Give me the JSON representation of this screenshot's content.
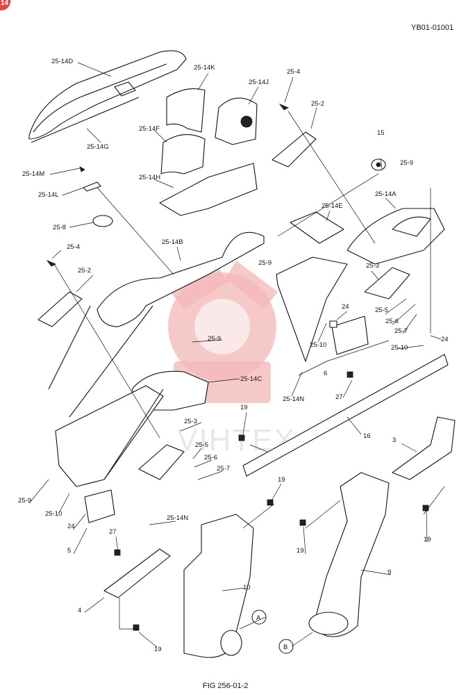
{
  "doc_code": "YB01-01001",
  "figure": "FIG 256-01-2",
  "watermark": "VIHTEX",
  "corner_mark": "14",
  "callouts": [
    "A",
    "B"
  ],
  "labels": [
    "25-14D",
    "25-14K",
    "25-14J",
    "25-4",
    "25-2",
    "25-14F",
    "25-14G",
    "15",
    "25-9",
    "25-14M",
    "25-14H",
    "25-14L",
    "25-14A",
    "25-14E",
    "25-8",
    "25-14B",
    "25-4",
    "25-9",
    "25-3",
    "25-2",
    "24",
    "25-5",
    "25-6",
    "25-7",
    "25-10",
    "24",
    "25-10",
    "6",
    "25-9",
    "27",
    "25-14N",
    "25-14C",
    "19",
    "16",
    "25-3",
    "25-5",
    "3",
    "25-6",
    "25-7",
    "25-9",
    "25-10",
    "24",
    "19",
    "25-14N",
    "5",
    "27",
    "19",
    "19",
    "9",
    "10",
    "4",
    "19"
  ]
}
